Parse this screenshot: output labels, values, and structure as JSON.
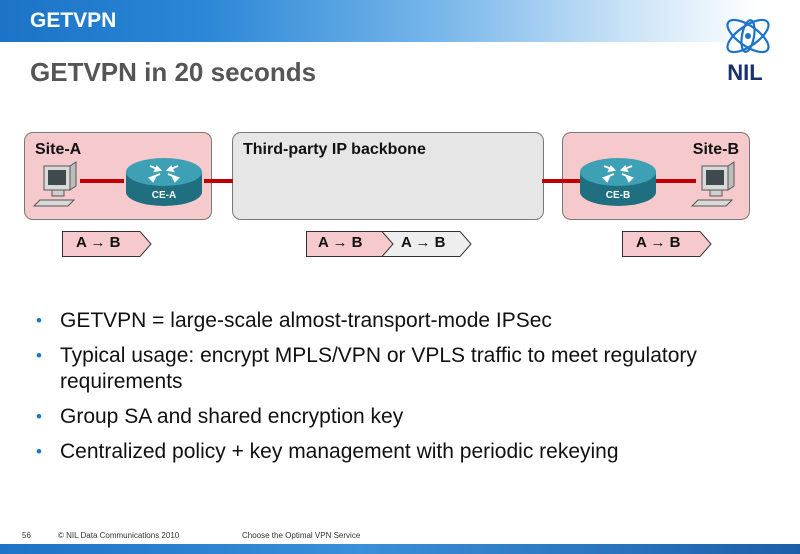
{
  "header": {
    "section_title": "GETVPN",
    "logo_text": "NIL"
  },
  "slide": {
    "title": "GETVPN in 20 seconds"
  },
  "diagram": {
    "site_a_label": "Site-A",
    "backbone_label": "Third-party IP backbone",
    "site_b_label": "Site-B",
    "router_a_label": "CE-A",
    "router_b_label": "CE-B",
    "packets": {
      "left": "A → B",
      "middle_inner": "A → B",
      "middle_outer": "A → B",
      "right": "A → B"
    }
  },
  "bullets": [
    "GETVPN = large-scale almost-transport-mode IPSec",
    "Typical usage: encrypt MPLS/VPN or VPLS traffic to meet regulatory requirements",
    "Group SA and shared encryption key",
    "Centralized policy + key management with periodic rekeying"
  ],
  "footer": {
    "page_number": "56",
    "copyright": "© NIL Data Communications 2010",
    "course": "Choose the Optimal VPN Service"
  },
  "colors": {
    "accent": "#1c73c7",
    "site_fill": "#f6c9cc",
    "backbone_fill": "#e6e6e6",
    "link": "#c00000",
    "router": "#2f8a9e"
  }
}
